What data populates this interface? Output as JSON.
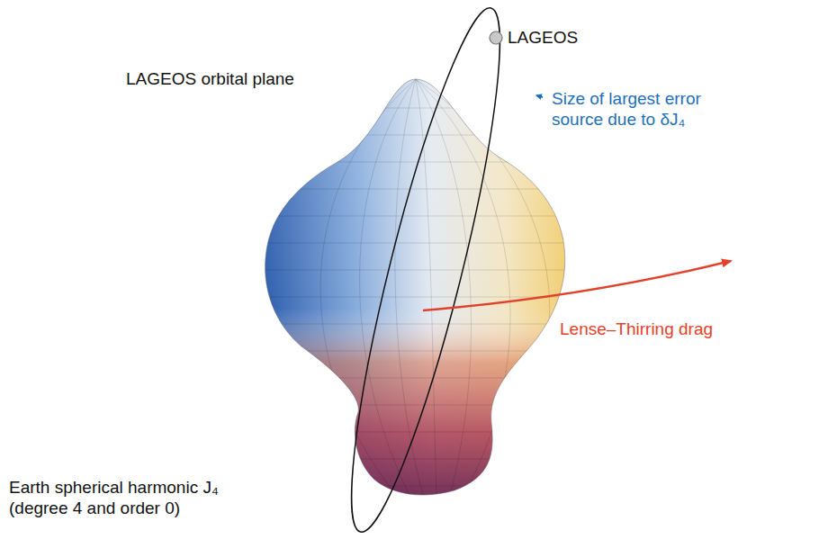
{
  "diagram": {
    "labels": [
      "LAGEOS orbital plane",
      "LAGEOS",
      "Size of largest error source due to δJ₄",
      "Lense–Thirring drag",
      "Earth spherical harmonic J₄ (degree 4 and order 0)"
    ]
  }
}
